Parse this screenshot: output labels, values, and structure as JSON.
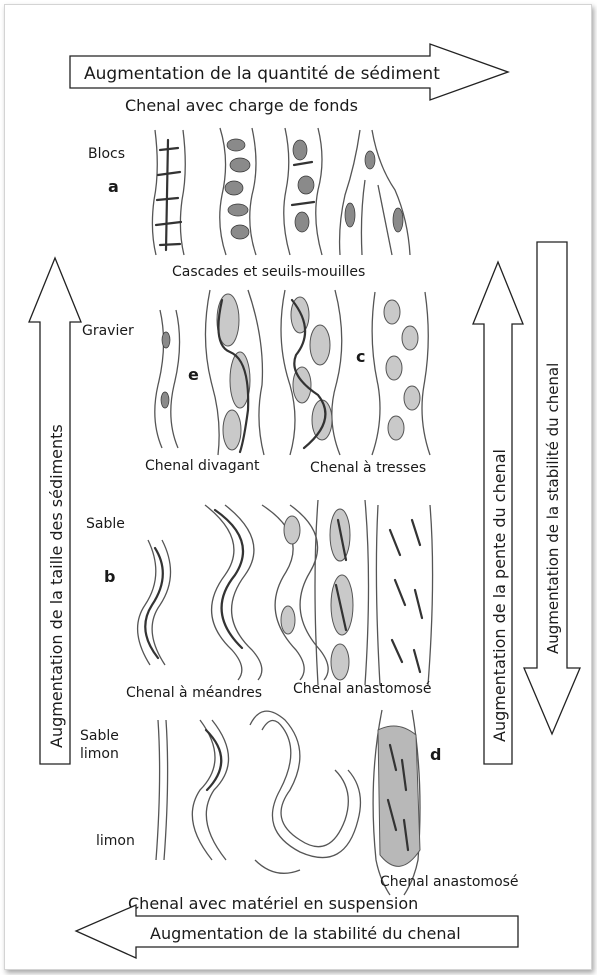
{
  "arrows": {
    "top": "Augmentation de la quantité de sédiment",
    "bottom": "Augmentation de la stabilité du chenal",
    "left": "Augmentation de la taille des sédiments",
    "right_inner": "Augmentation de la pente du chenal",
    "right_outer": "Augmentation de la stabilité du chenal"
  },
  "headings": {
    "top": "Chenal avec charge de fonds",
    "bottom": "Chenal avec matériel en suspension"
  },
  "sediment_labels": {
    "blocs": "Blocs",
    "gravier": "Gravier",
    "sable": "Sable",
    "sable_limon": "Sable\nlimon",
    "limon": "limon"
  },
  "panel_letters": {
    "a": "a",
    "b": "b",
    "c": "c",
    "d": "d",
    "e": "e"
  },
  "captions": {
    "cascades": "Cascades et seuils-mouilles",
    "divagant": "Chenal divagant",
    "tresses": "Chenal à tresses",
    "meandres": "Chenal à méandres",
    "anastomose_row3": "Chenal anastomosé",
    "anastomose_row4": "Chenal anastomosé"
  }
}
